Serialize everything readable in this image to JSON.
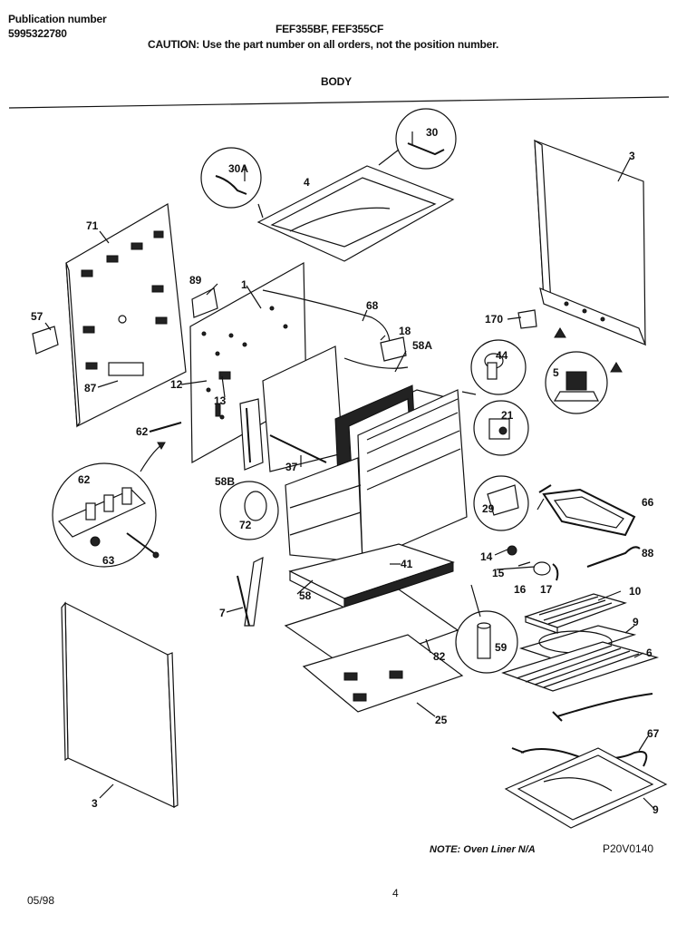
{
  "header": {
    "publication_label": "Publication number",
    "publication_number": "5995322780",
    "models": "FEF355BF, FEF355CF",
    "caution": "CAUTION:  Use the part number on all orders, not the position number.",
    "section": "BODY"
  },
  "footer": {
    "note": "NOTE:  Oven Liner N/A",
    "diagram_code": "P20V0140",
    "date": "05/98",
    "page": "4"
  },
  "callouts": {
    "c71": "71",
    "c57": "57",
    "c87": "87",
    "c62a": "62",
    "c62b": "62",
    "c63": "63",
    "c89": "89",
    "c1": "1",
    "c12": "12",
    "c13": "13",
    "c58b": "58B",
    "c72": "72",
    "c37": "37",
    "c30a": "30A",
    "c30": "30",
    "c4": "4",
    "c68": "68",
    "c18": "18",
    "c58a": "58A",
    "c44": "44",
    "c21": "21",
    "c3top": "3",
    "c170": "170",
    "c5": "5",
    "c29": "29",
    "c66": "66",
    "c88": "88",
    "c41": "41",
    "c14": "14",
    "c15": "15",
    "c16": "16",
    "c17": "17",
    "c7": "7",
    "c58": "58",
    "c10": "10",
    "c9a": "9",
    "c6": "6",
    "c82": "82",
    "c59": "59",
    "c25": "25",
    "c67": "67",
    "c9b": "9",
    "c3bot": "3"
  }
}
